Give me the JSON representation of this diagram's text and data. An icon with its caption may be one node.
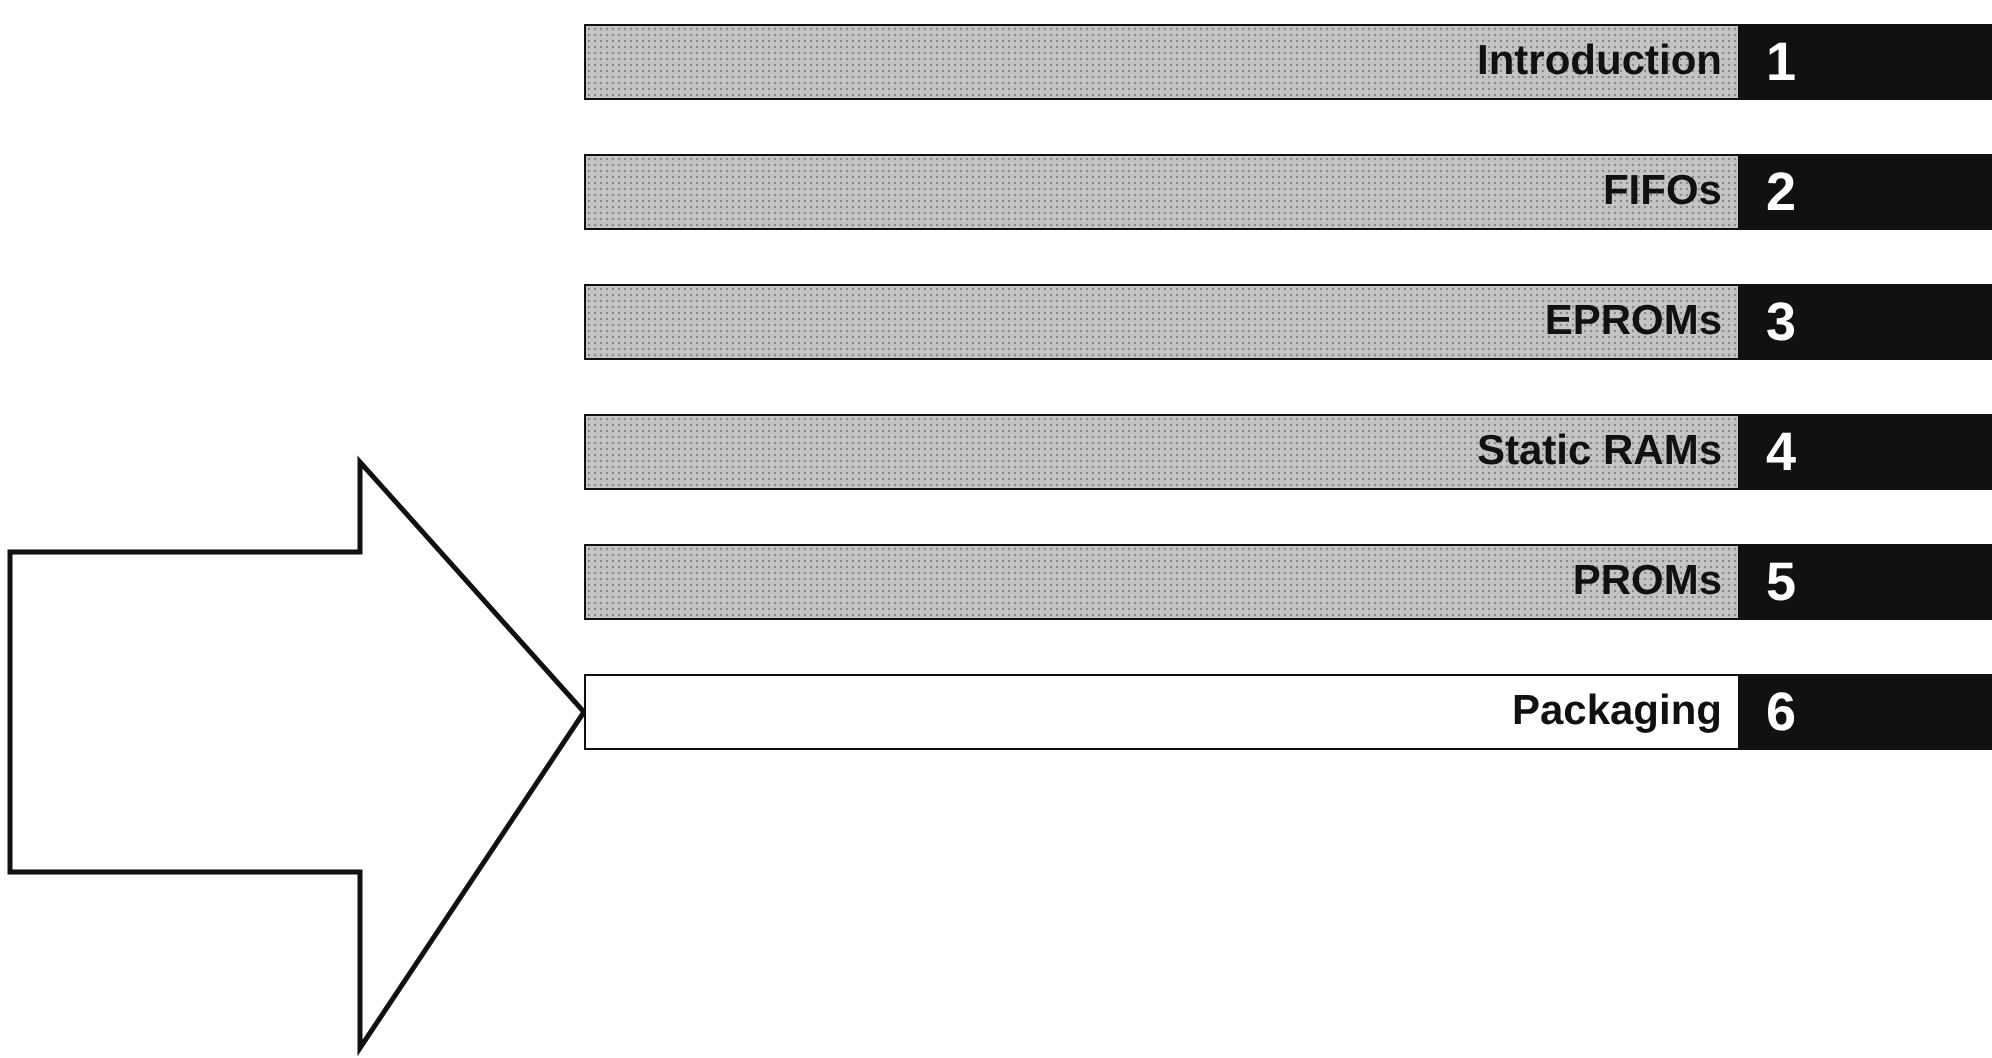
{
  "diagram": {
    "nodes": [
      {
        "text": [
          "Introduction",
          "1"
        ]
      },
      {
        "text": [
          "FIFOs",
          "2"
        ]
      },
      {
        "text": [
          "EPROMs",
          "3"
        ]
      },
      {
        "text": [
          "Static RAMs",
          "4"
        ]
      },
      {
        "text": [
          "PROMs",
          "5"
        ]
      },
      {
        "text": [
          "Packaging",
          "6"
        ]
      }
    ],
    "edges": [
      {
        "from": null,
        "to": 5,
        "arrow": "to",
        "style": "thick"
      }
    ]
  }
}
